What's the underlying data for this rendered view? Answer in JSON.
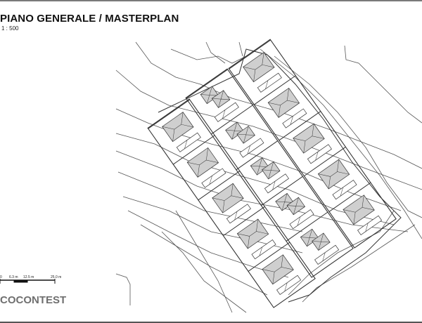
{
  "header": {
    "title": "PIANO GENERALE / MASTERPLAN",
    "scale": "1 : 500"
  },
  "scalebar": {
    "labels": [
      "0",
      "6.3 m",
      "12.5 m",
      "25.0 m"
    ]
  },
  "footer": {
    "brand": "COCONTEST"
  },
  "plan": {
    "strips": [
      {
        "lots": 5
      },
      {
        "lots": 5
      },
      {
        "lots": 5
      }
    ],
    "roof_color": "#cfcfcf",
    "line_color": "#333333"
  }
}
